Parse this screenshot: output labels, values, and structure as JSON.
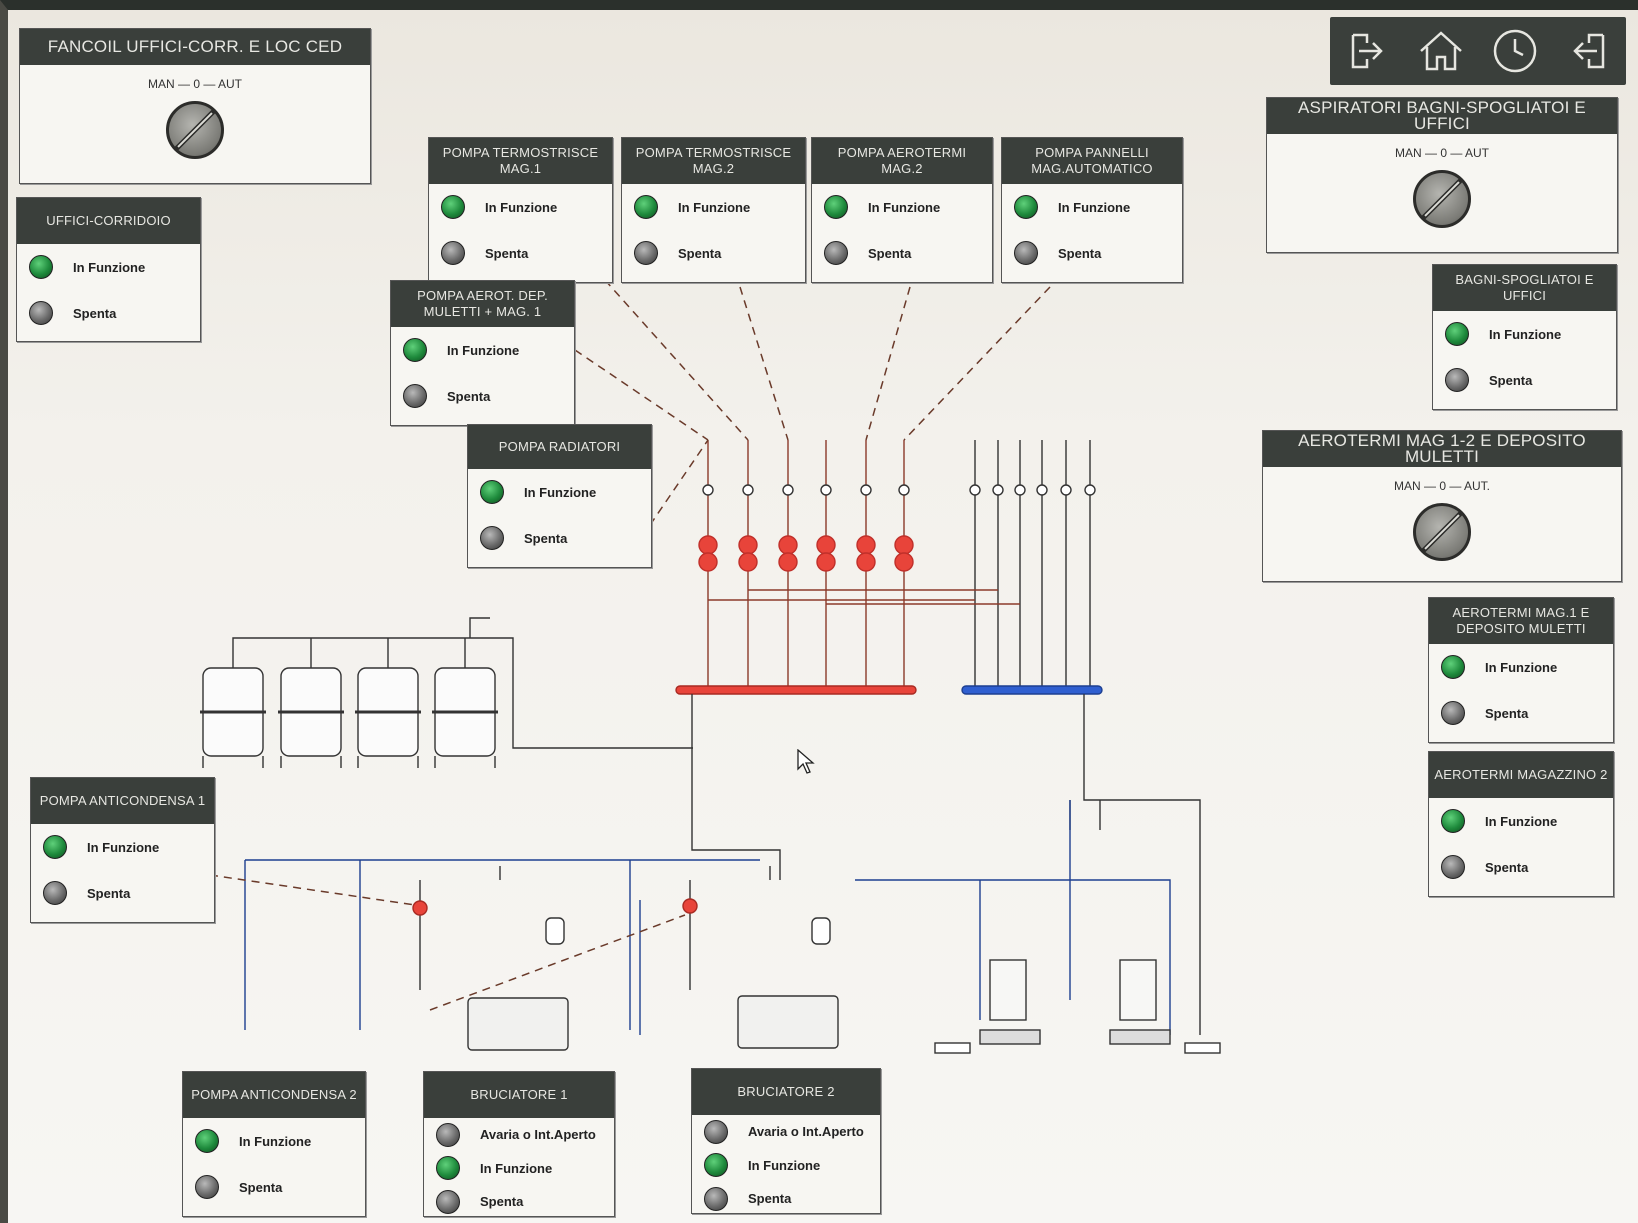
{
  "selectors": {
    "fancoil": {
      "title": "FANCOIL UFFICI-CORR. E LOC CED",
      "label": "MAN — 0 — AUT"
    },
    "aspiratori": {
      "title": "ASPIRATORI BAGNI-SPOGLIATOI E UFFICI",
      "label": "MAN — 0 — AUT"
    },
    "aerotermi": {
      "title": "AEROTERMI MAG 1-2 E DEPOSITO MULETTI",
      "label": "MAN — 0 — AUT."
    }
  },
  "status_panels": {
    "uffici_corridoio": {
      "title": "UFFICI-CORRIDOIO",
      "on": "In Funzione",
      "off": "Spenta"
    },
    "pompa_termostrisce_1": {
      "title": "POMPA TERMOSTRISCE MAG.1",
      "on": "In Funzione",
      "off": "Spenta"
    },
    "pompa_termostrisce_2": {
      "title": "POMPA TERMOSTRISCE MAG.2",
      "on": "In Funzione",
      "off": "Spenta"
    },
    "pompa_aerotermi_2": {
      "title": "POMPA AEROTERMI MAG.2",
      "on": "In Funzione",
      "off": "Spenta"
    },
    "pompa_pannelli": {
      "title": "POMPA PANNELLI MAG.AUTOMATICO",
      "on": "In Funzione",
      "off": "Spenta"
    },
    "pompa_aerot_dep": {
      "title": "POMPA AEROT. DEP. MULETTI + MAG. 1",
      "on": "In Funzione",
      "off": "Spenta"
    },
    "pompa_radiatori": {
      "title": "POMPA RADIATORI",
      "on": "In Funzione",
      "off": "Spenta"
    },
    "bagni_spogliatoi": {
      "title": "BAGNI-SPOGLIATOI E UFFICI",
      "on": "In Funzione",
      "off": "Spenta"
    },
    "aerotermi_mag1": {
      "title": "AEROTERMI MAG.1 E DEPOSITO MULETTI",
      "on": "In Funzione",
      "off": "Spenta"
    },
    "aerotermi_mag2": {
      "title": "AEROTERMI MAGAZZINO 2",
      "on": "In Funzione",
      "off": "Spenta"
    },
    "pompa_anticondensa_1": {
      "title": "POMPA ANTICONDENSA 1",
      "on": "In Funzione",
      "off": "Spenta"
    },
    "pompa_anticondensa_2": {
      "title": "POMPA ANTICONDENSA 2",
      "on": "In Funzione",
      "off": "Spenta"
    }
  },
  "burners": {
    "bruciatore_1": {
      "title": "BRUCIATORE 1",
      "fault": "Avaria o Int.Aperto",
      "on": "In Funzione",
      "off": "Spenta"
    },
    "bruciatore_2": {
      "title": "BRUCIATORE 2",
      "fault": "Avaria o Int.Aperto",
      "on": "In Funzione",
      "off": "Spenta"
    }
  },
  "nav": [
    "exit-left-icon",
    "home-icon",
    "clock-icon",
    "exit-right-icon"
  ],
  "colors": {
    "hot": "#e8443a",
    "cold": "#2f5fd0",
    "lamp_on": "#1e8a3c",
    "lamp_off": "#6b6b6b",
    "header": "#3a3f3b"
  }
}
